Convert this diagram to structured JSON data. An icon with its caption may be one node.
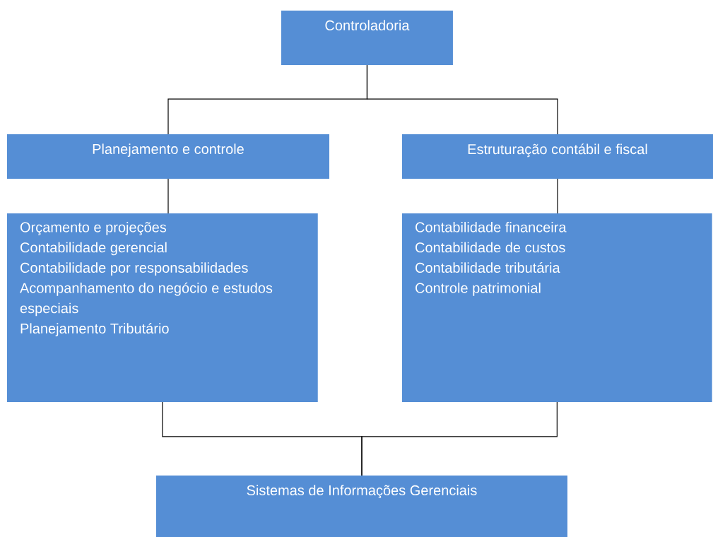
{
  "diagram": {
    "nodes": [
      {
        "text": [
          "Controladoria"
        ]
      },
      {
        "text": [
          "Planejamento e controle"
        ]
      },
      {
        "text": [
          "Estruturação contábil e fiscal"
        ]
      },
      {
        "text": [
          "Orçamento e projeções",
          "Contabilidade gerencial",
          "Contabilidade por responsabilidades",
          "Acompanhamento do negócio e estudos especiais",
          "Planejamento Tributário"
        ]
      },
      {
        "text": [
          "Contabilidade financeira",
          "Contabilidade de custos",
          "Contabilidade tributária",
          "Controle patrimonial"
        ]
      },
      {
        "text": [
          "Sistemas de Informações Gerenciais"
        ]
      }
    ],
    "edges": [
      {
        "from": 0,
        "to": 1,
        "arrow": "none"
      },
      {
        "from": 0,
        "to": 2,
        "arrow": "none"
      },
      {
        "from": 1,
        "to": 3,
        "arrow": "none"
      },
      {
        "from": 2,
        "to": 4,
        "arrow": "none"
      },
      {
        "from": 3,
        "to": 5,
        "arrow": "none"
      },
      {
        "from": 4,
        "to": 5,
        "arrow": "none"
      }
    ]
  }
}
